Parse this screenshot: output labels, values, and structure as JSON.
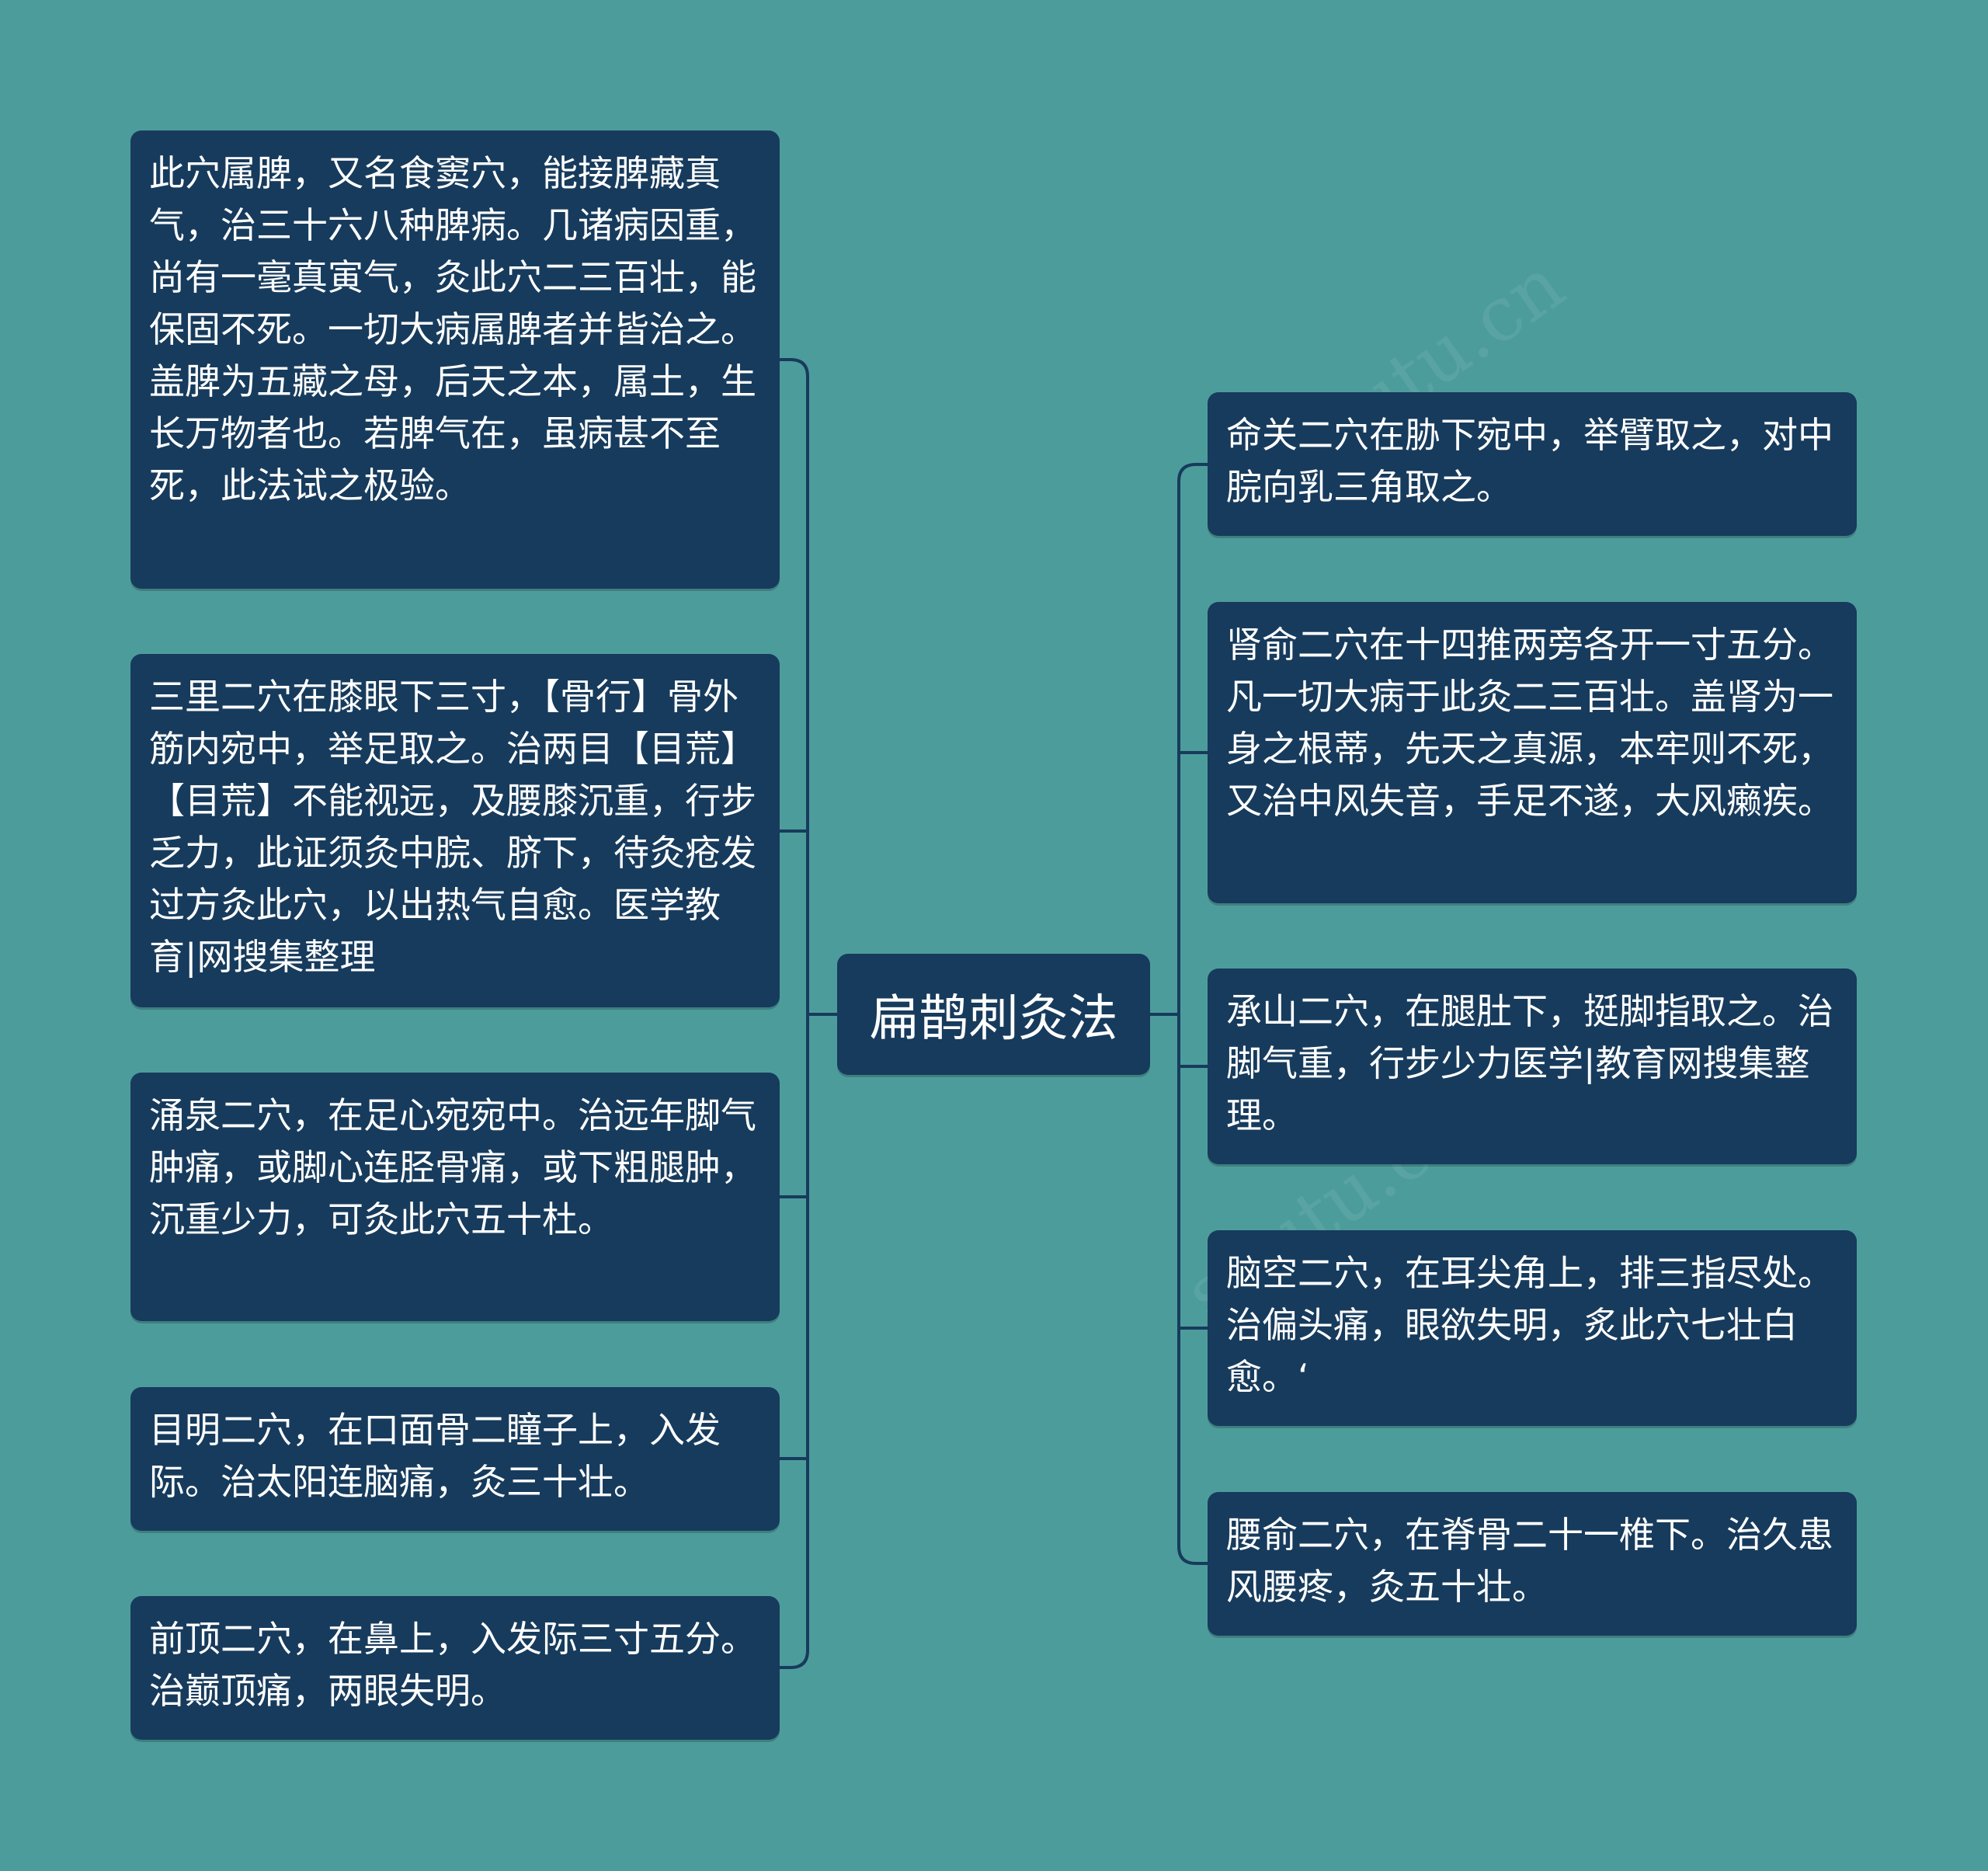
{
  "center": {
    "label": "扁鹊刺灸法"
  },
  "left_nodes": [
    {
      "text": "此穴属脾，又名食窦穴，能接脾藏真气，治三十六八种脾病。几诸病因重，尚有一毫真寅气，灸此穴二三百壮，能保固不死。一切大病属脾者并皆治之。盖脾为五藏之母，后天之本，属土，生长万物者也。若脾气在，虽病甚不至死，此法试之极验。"
    },
    {
      "text": "三里二穴在膝眼下三寸，【骨行】骨外筋内宛中，举足取之。治两目【目荒】【目荒】不能视远，及腰膝沉重，行步乏力，此证须灸中脘、脐下，待灸疮发过方灸此穴，以出热气自愈。医学教育|网搜集整理"
    },
    {
      "text": "涌泉二穴，在足心宛宛中。治远年脚气肿痛，或脚心连胫骨痛，或下粗腿肿，沉重少力，可灸此穴五十杜。"
    },
    {
      "text": "目明二穴，在口面骨二瞳子上，入发际。治太阳连脑痛，灸三十壮。"
    },
    {
      "text": "前顶二穴，在鼻上，入发际三寸五分。治巅顶痛，两眼失明。"
    }
  ],
  "right_nodes": [
    {
      "text": "命关二穴在胁下宛中，举臂取之，对中脘向乳三角取之。"
    },
    {
      "text": "肾俞二穴在十四推两旁各开一寸五分。凡一切大病于此灸二三百壮。盖肾为一身之根蒂，先天之真源，本牢则不死，又治中风失音，手足不遂，大风癞疾。"
    },
    {
      "text": "承山二穴，在腿肚下，挺脚指取之。治脚气重，行步少力医学|教育网搜集整理。"
    },
    {
      "text": "脑空二穴，在耳尖角上，排三指尽处。治偏头痛，眼欲失明，炙此穴七壮白愈。‘"
    },
    {
      "text": "腰俞二穴，在脊骨二十一椎下。治久患风腰疼，灸五十壮。"
    }
  ],
  "colors": {
    "background": "#4d9c9c",
    "node": "#173b5c",
    "line": "#173b5c",
    "text": "#ffffff"
  }
}
